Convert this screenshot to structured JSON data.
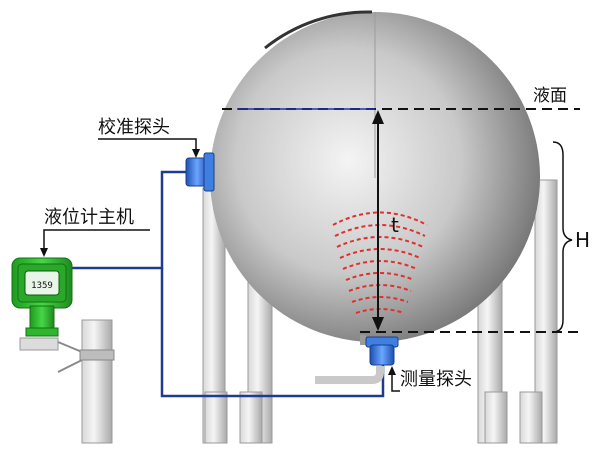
{
  "labels": {
    "calibration_probe": "校准探头",
    "level_meter_host": "液位计主机",
    "liquid_surface": "液面",
    "measurement_probe": "测量探头",
    "distance_t": "t",
    "height_H": "H",
    "display_reading": "1359"
  },
  "colors": {
    "cable": "#1f3a8f",
    "probe": "#2b6fd6",
    "echo_arcs": "#e0302a",
    "host_body": "#2fbf2f",
    "sphere_light": "#f2f2f2",
    "sphere_dark": "#7a7a7a",
    "dashed_line": "#111111"
  },
  "icons": [
    "sphere-tank",
    "support-columns",
    "level-meter-host",
    "calibration-probe",
    "measurement-probe",
    "echo-wave-arcs"
  ]
}
